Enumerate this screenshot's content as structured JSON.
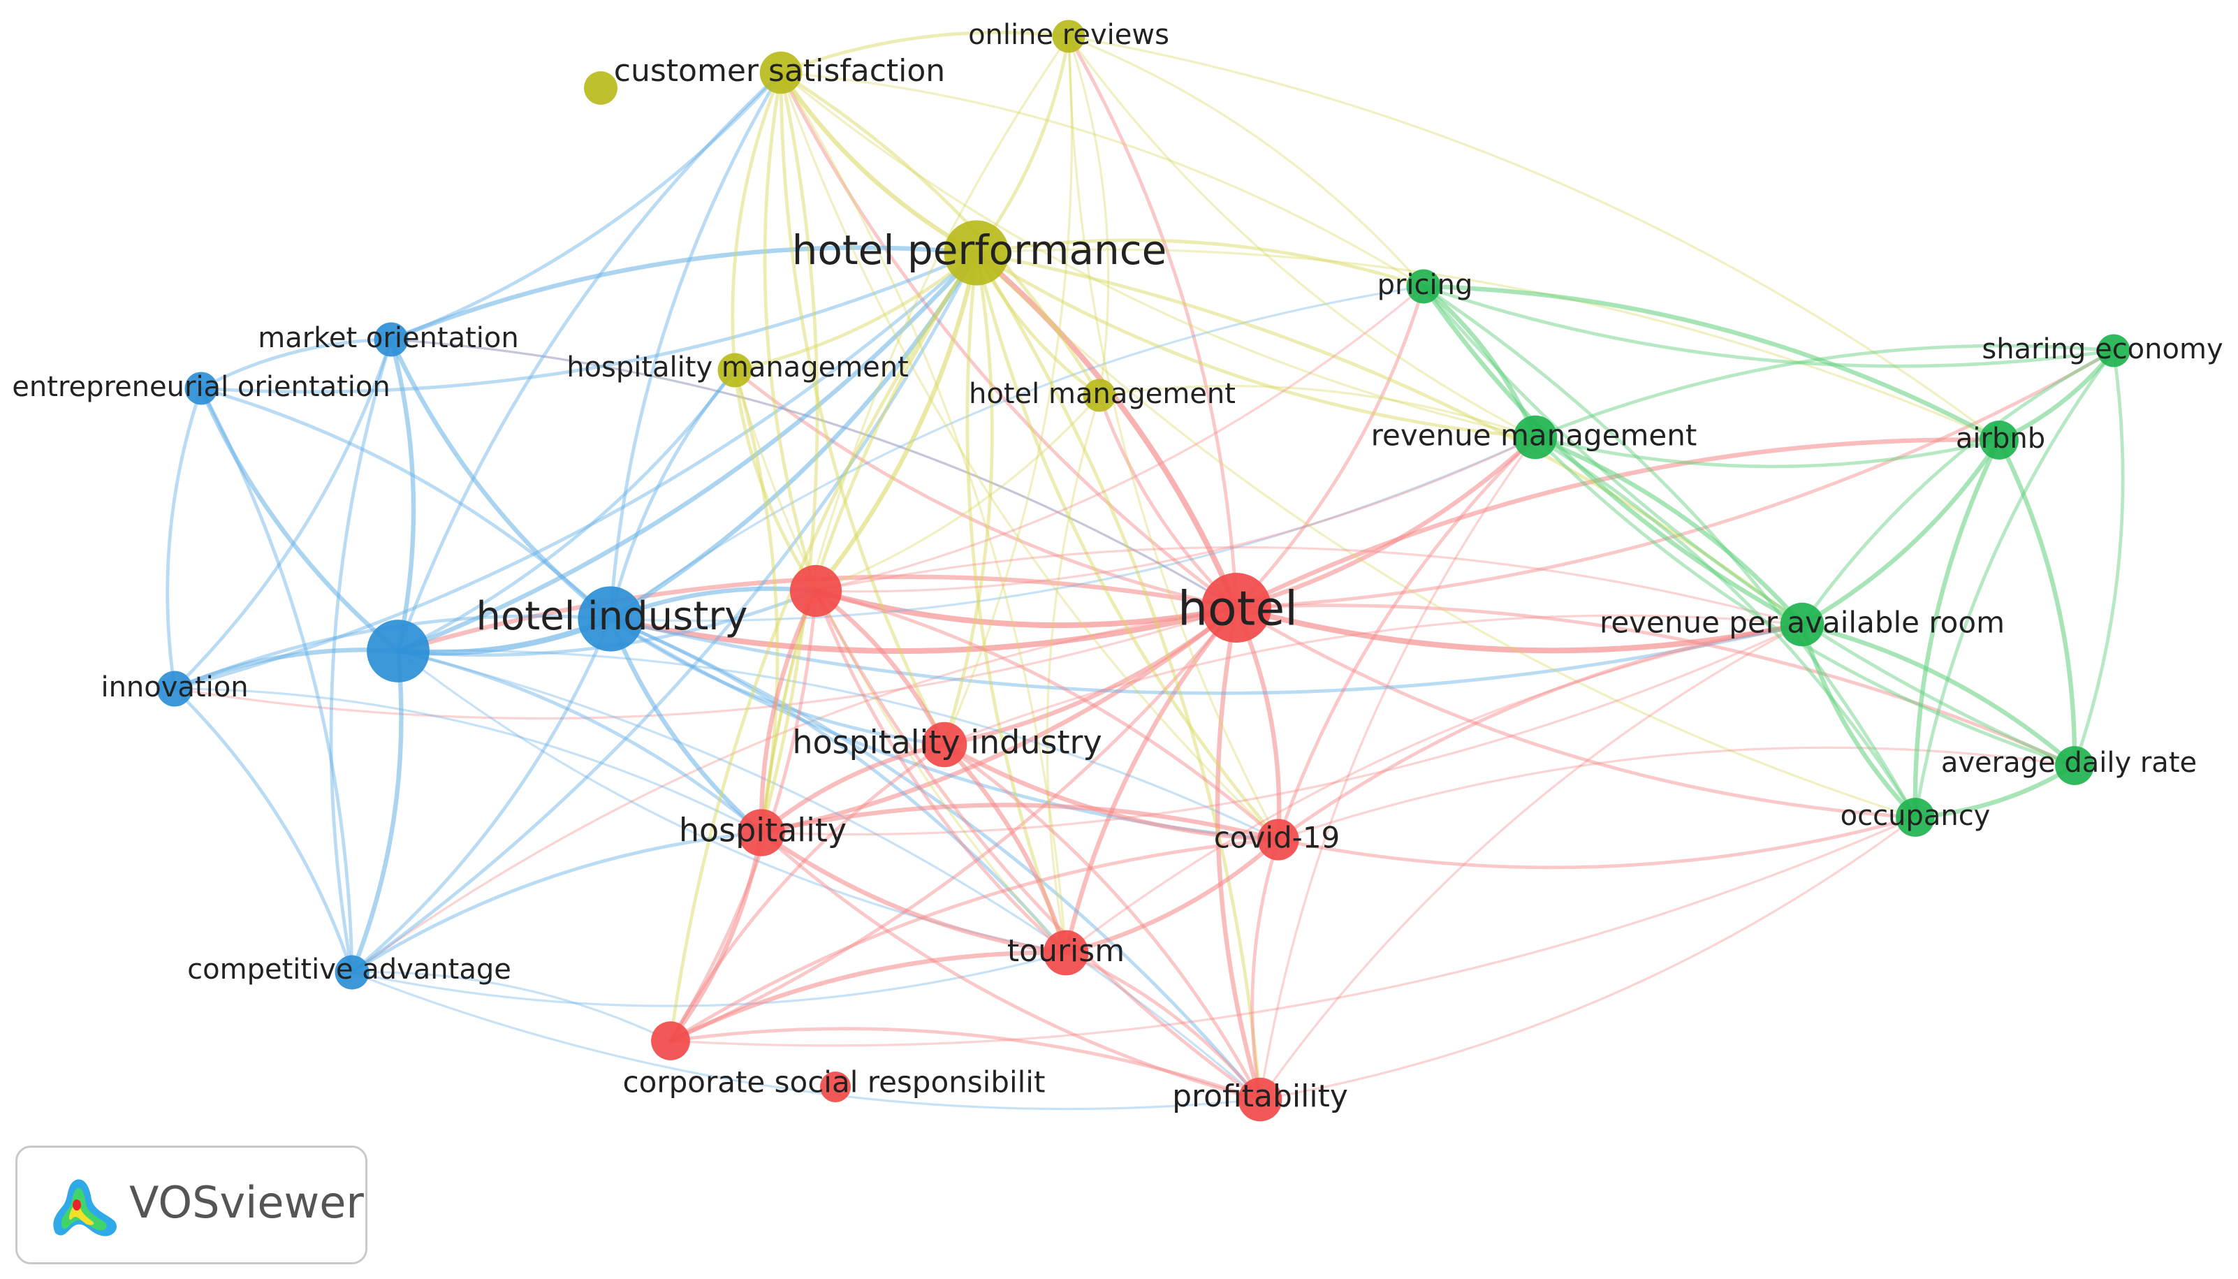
{
  "clusters": {
    "red": {
      "color": "#f24a4a",
      "edge": "#f58787"
    },
    "green": {
      "color": "#1fb34f",
      "edge": "#5fcf7c"
    },
    "blue": {
      "color": "#2d8fd6",
      "edge": "#66b0e6"
    },
    "yellow": {
      "color": "#b8bb1c",
      "edge": "#d7d75a"
    }
  },
  "nodes": [
    {
      "id": "customer_satisfaction",
      "label": "customer satisfaction",
      "cluster": "yellow",
      "weight": 0.42
    },
    {
      "id": "online_reviews",
      "label": "online reviews",
      "cluster": "yellow",
      "weight": 0.22
    },
    {
      "id": "hotel_performance",
      "label": "hotel performance",
      "cluster": "yellow",
      "weight": 0.9
    },
    {
      "id": "hospitality_management",
      "label": "hospitality management",
      "cluster": "yellow",
      "weight": 0.25
    },
    {
      "id": "hotel_management",
      "label": "hotel management",
      "cluster": "yellow",
      "weight": 0.22
    },
    {
      "id": "market_orientation",
      "label": "market orientation",
      "cluster": "blue",
      "weight": 0.25
    },
    {
      "id": "entrepreneurial_orientation",
      "label": "entrepreneurial orientation",
      "cluster": "blue",
      "weight": 0.22
    },
    {
      "id": "innovation",
      "label": "innovation",
      "cluster": "blue",
      "weight": 0.28
    },
    {
      "id": "competitive_advantage",
      "label": "competitive advantage",
      "cluster": "blue",
      "weight": 0.25
    },
    {
      "id": "hotel_industry",
      "label": "hotel industry",
      "cluster": "blue",
      "weight": 0.9
    },
    {
      "id": "blue_unlabeled",
      "label": "",
      "cluster": "blue",
      "weight": 0.85
    },
    {
      "id": "hotel",
      "label": "hotel",
      "cluster": "red",
      "weight": 1.0
    },
    {
      "id": "red_unlabeled",
      "label": "",
      "cluster": "red",
      "weight": 0.62
    },
    {
      "id": "hospitality_industry",
      "label": "hospitality industry",
      "cluster": "red",
      "weight": 0.48
    },
    {
      "id": "hospitality",
      "label": "hospitality",
      "cluster": "red",
      "weight": 0.52
    },
    {
      "id": "covid_19",
      "label": "covid-19",
      "cluster": "red",
      "weight": 0.4
    },
    {
      "id": "tourism",
      "label": "tourism",
      "cluster": "red",
      "weight": 0.48
    },
    {
      "id": "corporate_social_responsibility",
      "label": "corporate social responsibilit",
      "cluster": "red",
      "weight": 0.35
    },
    {
      "id": "profitability",
      "label": "profitability",
      "cluster": "red",
      "weight": 0.45
    },
    {
      "id": "pricing",
      "label": "pricing",
      "cluster": "green",
      "weight": 0.25
    },
    {
      "id": "sharing_economy",
      "label": "sharing economy",
      "cluster": "green",
      "weight": 0.22
    },
    {
      "id": "revenue_management",
      "label": "revenue management",
      "cluster": "green",
      "weight": 0.45
    },
    {
      "id": "airbnb",
      "label": "airbnb",
      "cluster": "green",
      "weight": 0.35
    },
    {
      "id": "revpar",
      "label": "revenue per available room",
      "cluster": "green",
      "weight": 0.45
    },
    {
      "id": "average_daily_rate",
      "label": "average daily rate",
      "cluster": "green",
      "weight": 0.35
    },
    {
      "id": "occupancy",
      "label": "occupancy",
      "cluster": "green",
      "weight": 0.35
    }
  ],
  "edges": [
    [
      "hotel",
      "hotel_industry",
      4
    ],
    [
      "hotel",
      "hotel_performance",
      4
    ],
    [
      "hotel",
      "red_unlabeled",
      4
    ],
    [
      "hotel",
      "revpar",
      4
    ],
    [
      "hotel",
      "hospitality",
      3
    ],
    [
      "hotel",
      "tourism",
      3
    ],
    [
      "hotel",
      "covid_19",
      3
    ],
    [
      "hotel",
      "profitability",
      3
    ],
    [
      "hotel",
      "hospitality_industry",
      3
    ],
    [
      "hotel",
      "revenue_management",
      3
    ],
    [
      "hotel",
      "airbnb",
      3
    ],
    [
      "hotel",
      "pricing",
      2
    ],
    [
      "hotel",
      "customer_satisfaction",
      2
    ],
    [
      "hotel",
      "online_reviews",
      2
    ],
    [
      "hotel",
      "hotel_management",
      2
    ],
    [
      "hotel",
      "blue_unlabeled",
      3
    ],
    [
      "hotel",
      "corporate_social_responsibility",
      2
    ],
    [
      "hotel",
      "occupancy",
      2
    ],
    [
      "hotel",
      "average_daily_rate",
      2
    ],
    [
      "hotel",
      "sharing_economy",
      2
    ],
    [
      "hotel",
      "hospitality_management",
      2
    ],
    [
      "hotel",
      "market_orientation",
      1
    ],
    [
      "hotel",
      "innovation",
      1
    ],
    [
      "hotel",
      "competitive_advantage",
      1
    ],
    [
      "hotel_industry",
      "blue_unlabeled",
      4
    ],
    [
      "hotel_industry",
      "hotel_performance",
      3
    ],
    [
      "hotel_industry",
      "red_unlabeled",
      3
    ],
    [
      "hotel_industry",
      "hospitality",
      3
    ],
    [
      "hotel_industry",
      "market_orientation",
      3
    ],
    [
      "hotel_industry",
      "innovation",
      2
    ],
    [
      "hotel_industry",
      "competitive_advantage",
      2
    ],
    [
      "hotel_industry",
      "entrepreneurial_orientation",
      2
    ],
    [
      "hotel_industry",
      "customer_satisfaction",
      2
    ],
    [
      "hotel_industry",
      "hospitality_industry",
      2
    ],
    [
      "hotel_industry",
      "tourism",
      2
    ],
    [
      "hotel_industry",
      "covid_19",
      2
    ],
    [
      "hotel_industry",
      "profitability",
      2
    ],
    [
      "hotel_industry",
      "revpar",
      2
    ],
    [
      "hotel_industry",
      "pricing",
      1
    ],
    [
      "hotel_industry",
      "revenue_management",
      1
    ],
    [
      "hotel_industry",
      "hospitality_management",
      2
    ],
    [
      "blue_unlabeled",
      "market_orientation",
      3
    ],
    [
      "blue_unlabeled",
      "entrepreneurial_orientation",
      3
    ],
    [
      "blue_unlabeled",
      "innovation",
      3
    ],
    [
      "blue_unlabeled",
      "competitive_advantage",
      3
    ],
    [
      "blue_unlabeled",
      "hotel_performance",
      3
    ],
    [
      "blue_unlabeled",
      "customer_satisfaction",
      2
    ],
    [
      "blue_unlabeled",
      "red_unlabeled",
      2
    ],
    [
      "blue_unlabeled",
      "hospitality",
      2
    ],
    [
      "blue_unlabeled",
      "tourism",
      1
    ],
    [
      "blue_unlabeled",
      "covid_19",
      1
    ],
    [
      "blue_unlabeled",
      "hospitality_management",
      2
    ],
    [
      "blue_unlabeled",
      "profitability",
      1
    ],
    [
      "market_orientation",
      "entrepreneurial_orientation",
      2
    ],
    [
      "market_orientation",
      "innovation",
      2
    ],
    [
      "market_orientation",
      "competitive_advantage",
      2
    ],
    [
      "market_orientation",
      "hotel_performance",
      3
    ],
    [
      "market_orientation",
      "customer_satisfaction",
      2
    ],
    [
      "market_orientation",
      "hotel",
      1
    ],
    [
      "entrepreneurial_orientation",
      "innovation",
      2
    ],
    [
      "entrepreneurial_orientation",
      "competitive_advantage",
      2
    ],
    [
      "entrepreneurial_orientation",
      "hotel_performance",
      2
    ],
    [
      "innovation",
      "competitive_advantage",
      2
    ],
    [
      "innovation",
      "hotel_performance",
      2
    ],
    [
      "innovation",
      "hospitality",
      1
    ],
    [
      "competitive_advantage",
      "hotel_performance",
      2
    ],
    [
      "competitive_advantage",
      "hospitality",
      2
    ],
    [
      "competitive_advantage",
      "tourism",
      1
    ],
    [
      "competitive_advantage",
      "corporate_social_responsibility",
      1
    ],
    [
      "competitive_advantage",
      "profitability",
      1
    ],
    [
      "hotel_performance",
      "customer_satisfaction",
      3
    ],
    [
      "hotel_performance",
      "online_reviews",
      2
    ],
    [
      "hotel_performance",
      "hospitality_management",
      2
    ],
    [
      "hotel_performance",
      "hotel_management",
      2
    ],
    [
      "hotel_performance",
      "red_unlabeled",
      3
    ],
    [
      "hotel_performance",
      "hospitality",
      2
    ],
    [
      "hotel_performance",
      "hospitality_industry",
      2
    ],
    [
      "hotel_performance",
      "tourism",
      2
    ],
    [
      "hotel_performance",
      "pricing",
      2
    ],
    [
      "hotel_performance",
      "revenue_management",
      2
    ],
    [
      "hotel_performance",
      "revpar",
      2
    ],
    [
      "hotel_performance",
      "covid_19",
      2
    ],
    [
      "hotel_performance",
      "profitability",
      2
    ],
    [
      "hotel_performance",
      "corporate_social_responsibility",
      2
    ],
    [
      "hotel_performance",
      "airbnb",
      1
    ],
    [
      "hotel_performance",
      "occupancy",
      1
    ],
    [
      "customer_satisfaction",
      "online_reviews",
      2
    ],
    [
      "customer_satisfaction",
      "hospitality_management",
      2
    ],
    [
      "customer_satisfaction",
      "hotel_management",
      2
    ],
    [
      "customer_satisfaction",
      "red_unlabeled",
      2
    ],
    [
      "customer_satisfaction",
      "hospitality",
      2
    ],
    [
      "customer_satisfaction",
      "hospitality_industry",
      2
    ],
    [
      "customer_satisfaction",
      "tourism",
      1
    ],
    [
      "customer_satisfaction",
      "revenue_management",
      1
    ],
    [
      "customer_satisfaction",
      "pricing",
      1
    ],
    [
      "customer_satisfaction",
      "covid_19",
      1
    ],
    [
      "online_reviews",
      "hotel_management",
      1
    ],
    [
      "online_reviews",
      "hospitality",
      1
    ],
    [
      "online_reviews",
      "pricing",
      1
    ],
    [
      "online_reviews",
      "revenue_management",
      1
    ],
    [
      "online_reviews",
      "airbnb",
      1
    ],
    [
      "online_reviews",
      "covid_19",
      1
    ],
    [
      "online_reviews",
      "hospitality_industry",
      1
    ],
    [
      "hospitality_management",
      "red_unlabeled",
      2
    ],
    [
      "hospitality_management",
      "hospitality",
      2
    ],
    [
      "hospitality_management",
      "tourism",
      1
    ],
    [
      "hotel_management",
      "red_unlabeled",
      1
    ],
    [
      "hotel_management",
      "tourism",
      1
    ],
    [
      "hotel_management",
      "revenue_management",
      1
    ],
    [
      "red_unlabeled",
      "hospitality",
      3
    ],
    [
      "red_unlabeled",
      "hospitality_industry",
      3
    ],
    [
      "red_unlabeled",
      "tourism",
      2
    ],
    [
      "red_unlabeled",
      "covid_19",
      2
    ],
    [
      "red_unlabeled",
      "profitability",
      2
    ],
    [
      "red_unlabeled",
      "corporate_social_responsibility",
      2
    ],
    [
      "red_unlabeled",
      "revenue_management",
      1
    ],
    [
      "red_unlabeled",
      "revpar",
      1
    ],
    [
      "red_unlabeled",
      "pricing",
      1
    ],
    [
      "hospitality",
      "hospitality_industry",
      3
    ],
    [
      "hospitality",
      "tourism",
      3
    ],
    [
      "hospitality",
      "covid_19",
      3
    ],
    [
      "hospitality",
      "profitability",
      2
    ],
    [
      "hospitality",
      "corporate_social_responsibility",
      3
    ],
    [
      "hospitality",
      "revpar",
      1
    ],
    [
      "hospitality_industry",
      "tourism",
      3
    ],
    [
      "hospitality_industry",
      "covid_19",
      3
    ],
    [
      "hospitality_industry",
      "profitability",
      2
    ],
    [
      "hospitality_industry",
      "corporate_social_responsibility",
      2
    ],
    [
      "hospitality_industry",
      "revpar",
      1
    ],
    [
      "tourism",
      "covid_19",
      3
    ],
    [
      "tourism",
      "profitability",
      2
    ],
    [
      "tourism",
      "corporate_social_responsibility",
      3
    ],
    [
      "tourism",
      "revpar",
      1
    ],
    [
      "covid_19",
      "profitability",
      2
    ],
    [
      "covid_19",
      "revpar",
      2
    ],
    [
      "covid_19",
      "occupancy",
      2
    ],
    [
      "covid_19",
      "revenue_management",
      2
    ],
    [
      "covid_19",
      "corporate_social_responsibility",
      2
    ],
    [
      "covid_19",
      "average_daily_rate",
      1
    ],
    [
      "profitability",
      "corporate_social_responsibility",
      2
    ],
    [
      "profitability",
      "revpar",
      1
    ],
    [
      "profitability",
      "occupancy",
      1
    ],
    [
      "profitability",
      "revenue_management",
      1
    ],
    [
      "corporate_social_responsibility",
      "occupancy",
      1
    ],
    [
      "pricing",
      "revenue_management",
      3
    ],
    [
      "pricing",
      "revpar",
      3
    ],
    [
      "pricing",
      "airbnb",
      3
    ],
    [
      "pricing",
      "sharing_economy",
      2
    ],
    [
      "pricing",
      "occupancy",
      2
    ],
    [
      "pricing",
      "average_daily_rate",
      2
    ],
    [
      "revenue_management",
      "revpar",
      3
    ],
    [
      "revenue_management",
      "airbnb",
      2
    ],
    [
      "revenue_management",
      "sharing_economy",
      2
    ],
    [
      "revenue_management",
      "average_daily_rate",
      2
    ],
    [
      "revenue_management",
      "occupancy",
      2
    ],
    [
      "revpar",
      "airbnb",
      3
    ],
    [
      "revpar",
      "average_daily_rate",
      3
    ],
    [
      "revpar",
      "occupancy",
      3
    ],
    [
      "revpar",
      "sharing_economy",
      2
    ],
    [
      "airbnb",
      "sharing_economy",
      3
    ],
    [
      "airbnb",
      "average_daily_rate",
      3
    ],
    [
      "airbnb",
      "occupancy",
      3
    ],
    [
      "sharing_economy",
      "average_daily_rate",
      2
    ],
    [
      "sharing_economy",
      "occupancy",
      2
    ],
    [
      "average_daily_rate",
      "occupancy",
      3
    ]
  ],
  "brand": {
    "name": "VOSviewer"
  }
}
